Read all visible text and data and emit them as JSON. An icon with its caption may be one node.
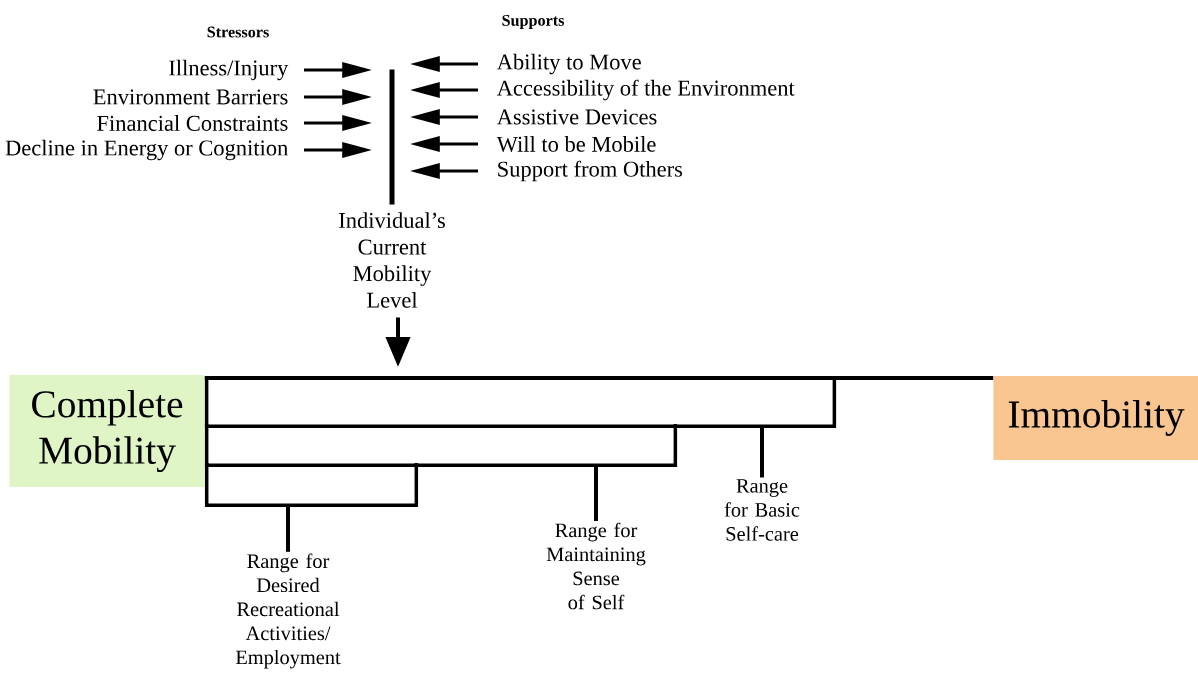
{
  "diagram": {
    "nodes": [
      {
        "text": [
          "Illness/Injury"
        ]
      },
      {
        "text": [
          "Environment Barriers"
        ]
      },
      {
        "text": [
          "Financial Constraints"
        ]
      },
      {
        "text": [
          "Decline in Energy or Cognition"
        ]
      },
      {
        "text": [
          "Ability to Move"
        ]
      },
      {
        "text": [
          "Accessibility of the Environment"
        ]
      },
      {
        "text": [
          "Assistive Devices"
        ]
      },
      {
        "text": [
          "Will to be Mobile"
        ]
      },
      {
        "text": [
          "Support from Others"
        ]
      },
      {
        "text": [],
        "shape": "bar"
      },
      {
        "text": [
          "Complete Mobility"
        ]
      },
      {
        "text": [
          "Immobility"
        ]
      },
      {
        "text": [
          "Individual’s Current Mobility Level"
        ]
      },
      {
        "text": [
          "Range for Desired Recreational Activities/ Employment"
        ]
      },
      {
        "text": [
          "Range for Maintaining Sense of Self"
        ]
      },
      {
        "text": [
          "Range for Basic Self-care"
        ]
      },
      {
        "text": [],
        "shape": "bracket"
      },
      {
        "text": [],
        "shape": "bracket"
      },
      {
        "text": [],
        "shape": "bracket"
      }
    ],
    "edges": [
      {
        "from": 0,
        "to": 9,
        "arrow": "to"
      },
      {
        "from": 1,
        "to": 9,
        "arrow": "to"
      },
      {
        "from": 2,
        "to": 9,
        "arrow": "to"
      },
      {
        "from": 3,
        "to": 9,
        "arrow": "to"
      },
      {
        "from": 4,
        "to": 9,
        "arrow": "to"
      },
      {
        "from": 5,
        "to": 9,
        "arrow": "to"
      },
      {
        "from": 6,
        "to": 9,
        "arrow": "to"
      },
      {
        "from": 7,
        "to": 9,
        "arrow": "to"
      },
      {
        "from": 8,
        "to": 9,
        "arrow": "to"
      },
      {
        "from": 10,
        "to": 11,
        "arrow": "none"
      },
      {
        "from": 12,
        "to": null,
        "arrow": "to"
      },
      {
        "from": 13,
        "to": 18,
        "arrow": "none"
      },
      {
        "from": 14,
        "to": 17,
        "arrow": "none"
      },
      {
        "from": 15,
        "to": 16,
        "arrow": "none"
      }
    ],
    "labels": [
      "Stressors",
      "Supports"
    ]
  }
}
